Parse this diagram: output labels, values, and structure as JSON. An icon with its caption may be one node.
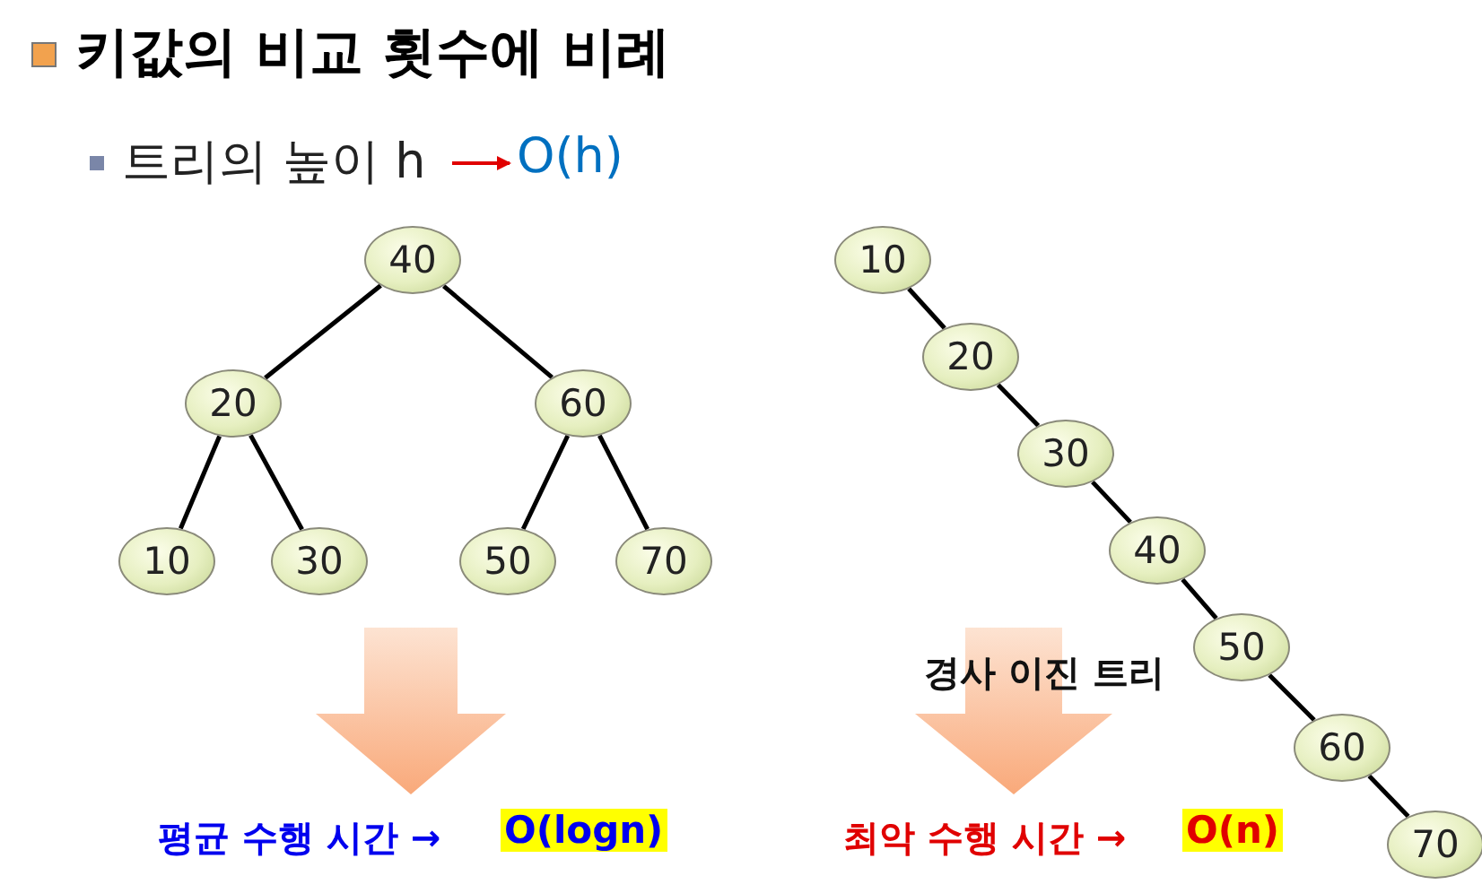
{
  "diagram": {
    "title": "키값의 비교 횟수에 비례",
    "nodes": [
      {
        "text": [
          "40"
        ]
      },
      {
        "text": [
          "20"
        ]
      },
      {
        "text": [
          "60"
        ]
      },
      {
        "text": [
          "10"
        ]
      },
      {
        "text": [
          "30"
        ]
      },
      {
        "text": [
          "50"
        ]
      },
      {
        "text": [
          "70"
        ]
      },
      {
        "text": [
          "10"
        ]
      },
      {
        "text": [
          "20"
        ]
      },
      {
        "text": [
          "30"
        ]
      },
      {
        "text": [
          "40"
        ]
      },
      {
        "text": [
          "50"
        ]
      },
      {
        "text": [
          "60"
        ]
      },
      {
        "text": [
          "70"
        ]
      }
    ],
    "edges": [
      {
        "from": 0,
        "to": 1,
        "arrow": "none"
      },
      {
        "from": 0,
        "to": 2,
        "arrow": "none"
      },
      {
        "from": 1,
        "to": 3,
        "arrow": "none"
      },
      {
        "from": 1,
        "to": 4,
        "arrow": "none"
      },
      {
        "from": 2,
        "to": 5,
        "arrow": "none"
      },
      {
        "from": 2,
        "to": 6,
        "arrow": "none"
      },
      {
        "from": 7,
        "to": 8,
        "arrow": "none"
      },
      {
        "from": 8,
        "to": 9,
        "arrow": "none"
      },
      {
        "from": 9,
        "to": 10,
        "arrow": "none"
      },
      {
        "from": 10,
        "to": 11,
        "arrow": "none"
      },
      {
        "from": 11,
        "to": 12,
        "arrow": "none"
      },
      {
        "from": 12,
        "to": 13,
        "arrow": "none"
      }
    ],
    "labels": [
      "트리의 높이 h",
      "O(h)",
      "경사 이진 트리",
      "평균 수행 시간 →",
      "O(logn)",
      "최악 수행 시간 →",
      "O(n)"
    ]
  }
}
